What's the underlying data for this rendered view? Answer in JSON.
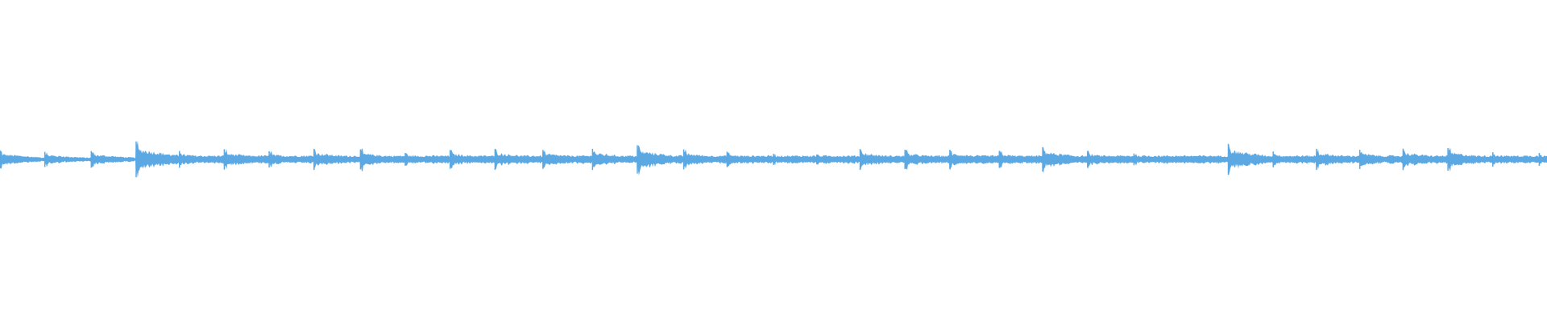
{
  "waveform": {
    "color": "#5ba8e3",
    "background": "#ffffff",
    "hits": [
      {
        "t": 0.0,
        "amp": 0.48
      },
      {
        "t": 0.029,
        "amp": 0.4
      },
      {
        "t": 0.059,
        "amp": 0.44
      },
      {
        "t": 0.088,
        "amp": 0.95
      },
      {
        "t": 0.116,
        "amp": 0.45
      },
      {
        "t": 0.145,
        "amp": 0.54
      },
      {
        "t": 0.174,
        "amp": 0.43
      },
      {
        "t": 0.203,
        "amp": 0.56
      },
      {
        "t": 0.233,
        "amp": 0.53
      },
      {
        "t": 0.262,
        "amp": 0.34
      },
      {
        "t": 0.291,
        "amp": 0.5
      },
      {
        "t": 0.32,
        "amp": 0.55
      },
      {
        "t": 0.351,
        "amp": 0.5
      },
      {
        "t": 0.383,
        "amp": 0.56
      },
      {
        "t": 0.412,
        "amp": 0.75
      },
      {
        "t": 0.442,
        "amp": 0.53
      },
      {
        "t": 0.47,
        "amp": 0.41
      },
      {
        "t": 0.5,
        "amp": 0.3
      },
      {
        "t": 0.528,
        "amp": 0.26
      },
      {
        "t": 0.556,
        "amp": 0.55
      },
      {
        "t": 0.585,
        "amp": 0.51
      },
      {
        "t": 0.614,
        "amp": 0.51
      },
      {
        "t": 0.646,
        "amp": 0.45
      },
      {
        "t": 0.674,
        "amp": 0.65
      },
      {
        "t": 0.703,
        "amp": 0.44
      },
      {
        "t": 0.733,
        "amp": 0.31
      },
      {
        "t": 0.764,
        "amp": 0.17
      },
      {
        "t": 0.794,
        "amp": 0.82
      },
      {
        "t": 0.823,
        "amp": 0.42
      },
      {
        "t": 0.851,
        "amp": 0.56
      },
      {
        "t": 0.879,
        "amp": 0.51
      },
      {
        "t": 0.907,
        "amp": 0.57
      },
      {
        "t": 0.936,
        "amp": 0.6
      },
      {
        "t": 0.965,
        "amp": 0.38
      },
      {
        "t": 0.995,
        "amp": 0.34
      }
    ]
  }
}
